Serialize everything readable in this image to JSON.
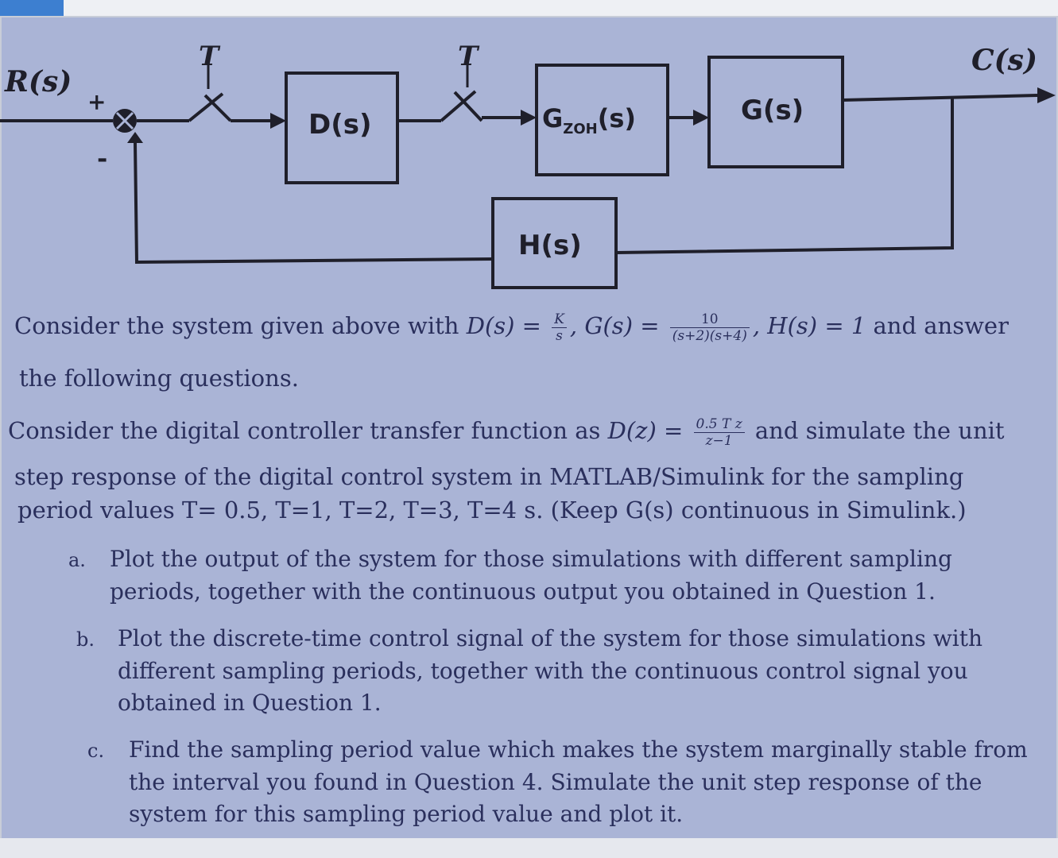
{
  "diagram": {
    "input_label": "R(s)",
    "output_label": "C(s)",
    "plus_sign": "+",
    "minus_sign": "-",
    "sampler1_label": "T",
    "sampler2_label": "T",
    "block_d": "D(s)",
    "block_zoh_main": "G",
    "block_zoh_sub": "ZOH",
    "block_zoh_suffix": "(s)",
    "block_g": "G(s)",
    "block_h": "H(s)"
  },
  "intro": {
    "prefix": "Consider the system given above with ",
    "d_lhs": "D(s) = ",
    "d_num": "K",
    "d_den": "s",
    "g_lhs": ", G(s) = ",
    "g_num": "10",
    "g_den": "(s+2)(s+4)",
    "h_text": ", H(s) = 1",
    "suffix": " and answer",
    "line2": "the following questions."
  },
  "question": {
    "line1_prefix": "Consider the digital controller transfer function as ",
    "dz_lhs": "D(z) = ",
    "dz_num": "0.5 T z",
    "dz_den": "z−1",
    "line1_suffix": " and simulate the unit",
    "line2": "step response of the digital control system in MATLAB/Simulink for the sampling",
    "line3": "period values T= 0.5, T=1, T=2, T=3, T=4 s. (Keep G(s) continuous in Simulink.)"
  },
  "items": [
    {
      "marker": "a.",
      "lines": [
        "Plot the output of the system for those simulations with different sampling",
        "periods, together with the continuous output you obtained in Question 1."
      ]
    },
    {
      "marker": "b.",
      "lines": [
        "Plot the discrete-time control signal of the system for those simulations with",
        "different sampling periods, together with the continuous control signal you",
        "obtained in Question 1."
      ]
    },
    {
      "marker": "c.",
      "lines": [
        "Find the sampling period value which makes the system marginally stable from",
        "the interval you found in Question 4. Simulate the unit step response of the",
        "system for this sampling period value and plot it."
      ]
    }
  ]
}
